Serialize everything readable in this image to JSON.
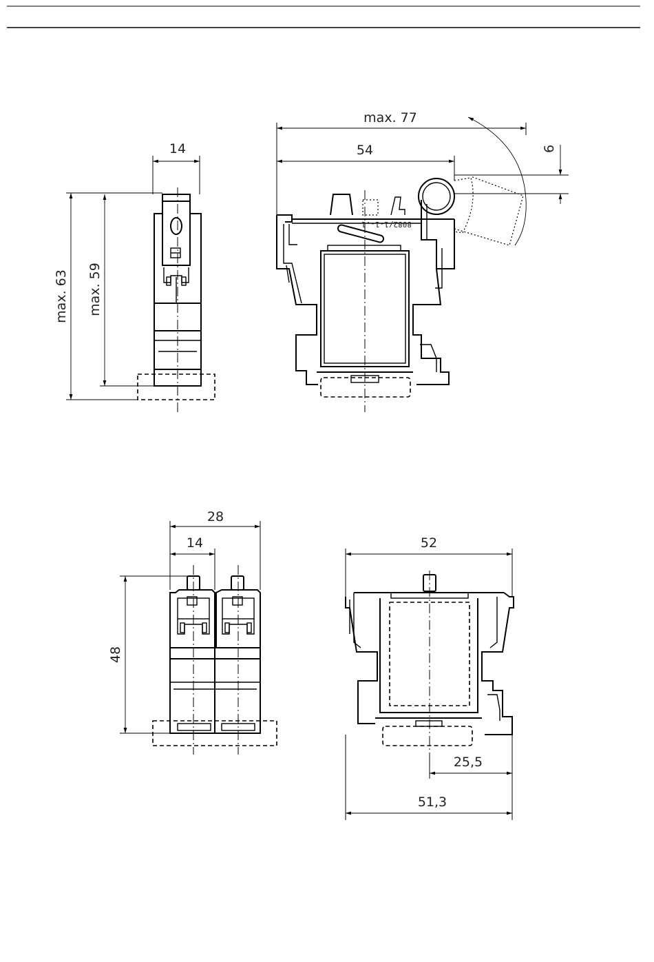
{
  "drawing": {
    "side_view_single": {
      "width": "14",
      "height_max_outer": "max. 63",
      "height_max_inner": "max. 59"
    },
    "front_view_single": {
      "width_max": "max. 77",
      "width": "54",
      "offset": "6",
      "part_marking": "8082/1-1-.1"
    },
    "side_view_double": {
      "width_total": "28",
      "width_single": "14",
      "height": "48"
    },
    "front_view_bottom": {
      "width": "52",
      "rail_offset": "25,5",
      "base_width": "51,3"
    }
  }
}
